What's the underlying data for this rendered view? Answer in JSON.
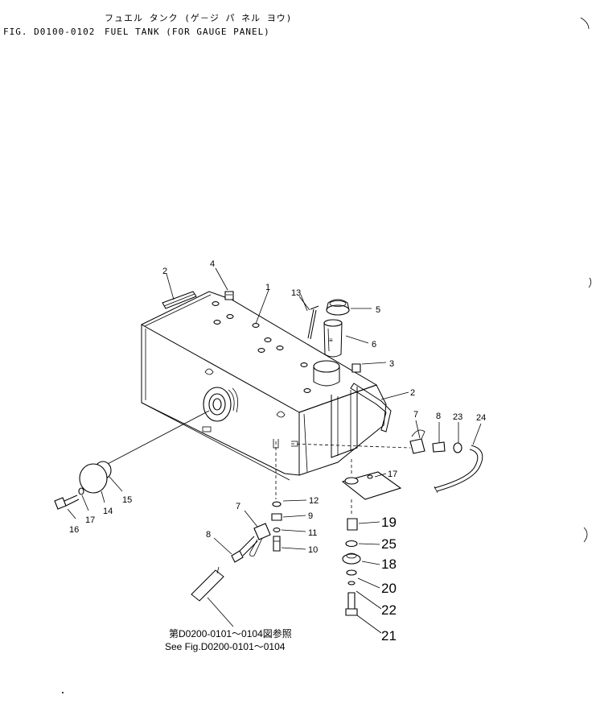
{
  "header": {
    "japanese_title": "フュエル タンク (ゲ－ジ パ ネル ヨウ)",
    "figure_code": "FIG. D0100-0102",
    "title": "FUEL TANK (FOR GAUGE PANEL)"
  },
  "reference": {
    "japanese": "第D0200-0101～0104図参照",
    "english": "See Fig.D0200-0101～0104"
  },
  "callouts": {
    "c1": "1",
    "c2a": "2",
    "c2b": "2",
    "c3": "3",
    "c4": "4",
    "c5": "5",
    "c6": "6",
    "c7a": "7",
    "c7b": "7",
    "c8a": "8",
    "c8b": "8",
    "c9": "9",
    "c10": "10",
    "c11": "11",
    "c12": "12",
    "c13": "13",
    "c14": "14",
    "c15": "15",
    "c16": "16",
    "c17a": "17",
    "c17b": "17",
    "c18": "18",
    "c19": "19",
    "c20": "20",
    "c21": "21",
    "c22": "22",
    "c23": "23",
    "c24": "24",
    "c25": "25"
  }
}
